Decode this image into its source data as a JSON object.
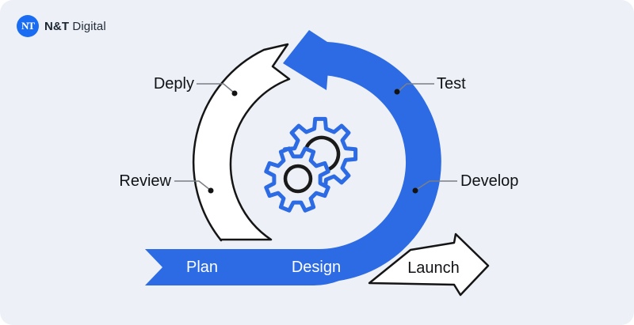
{
  "header": {
    "monogram": "NT",
    "brand_bold": "N&T",
    "brand_regular": "Digital"
  },
  "diagram": {
    "callouts": {
      "deploy": "Deply",
      "test": "Test",
      "review": "Review",
      "develop": "Develop"
    },
    "band_steps": {
      "plan": "Plan",
      "design": "Design"
    },
    "launch_label": "Launch"
  },
  "colors": {
    "accent_blue": "#2d6be4",
    "logo_blue": "#1a6df2",
    "background": "#edf1f7",
    "arc_outline_black": "#151515",
    "gear_inner_black": "#1a1a1a",
    "connector_gray": "#7a7f87",
    "band_text_white": "#ffffff"
  }
}
